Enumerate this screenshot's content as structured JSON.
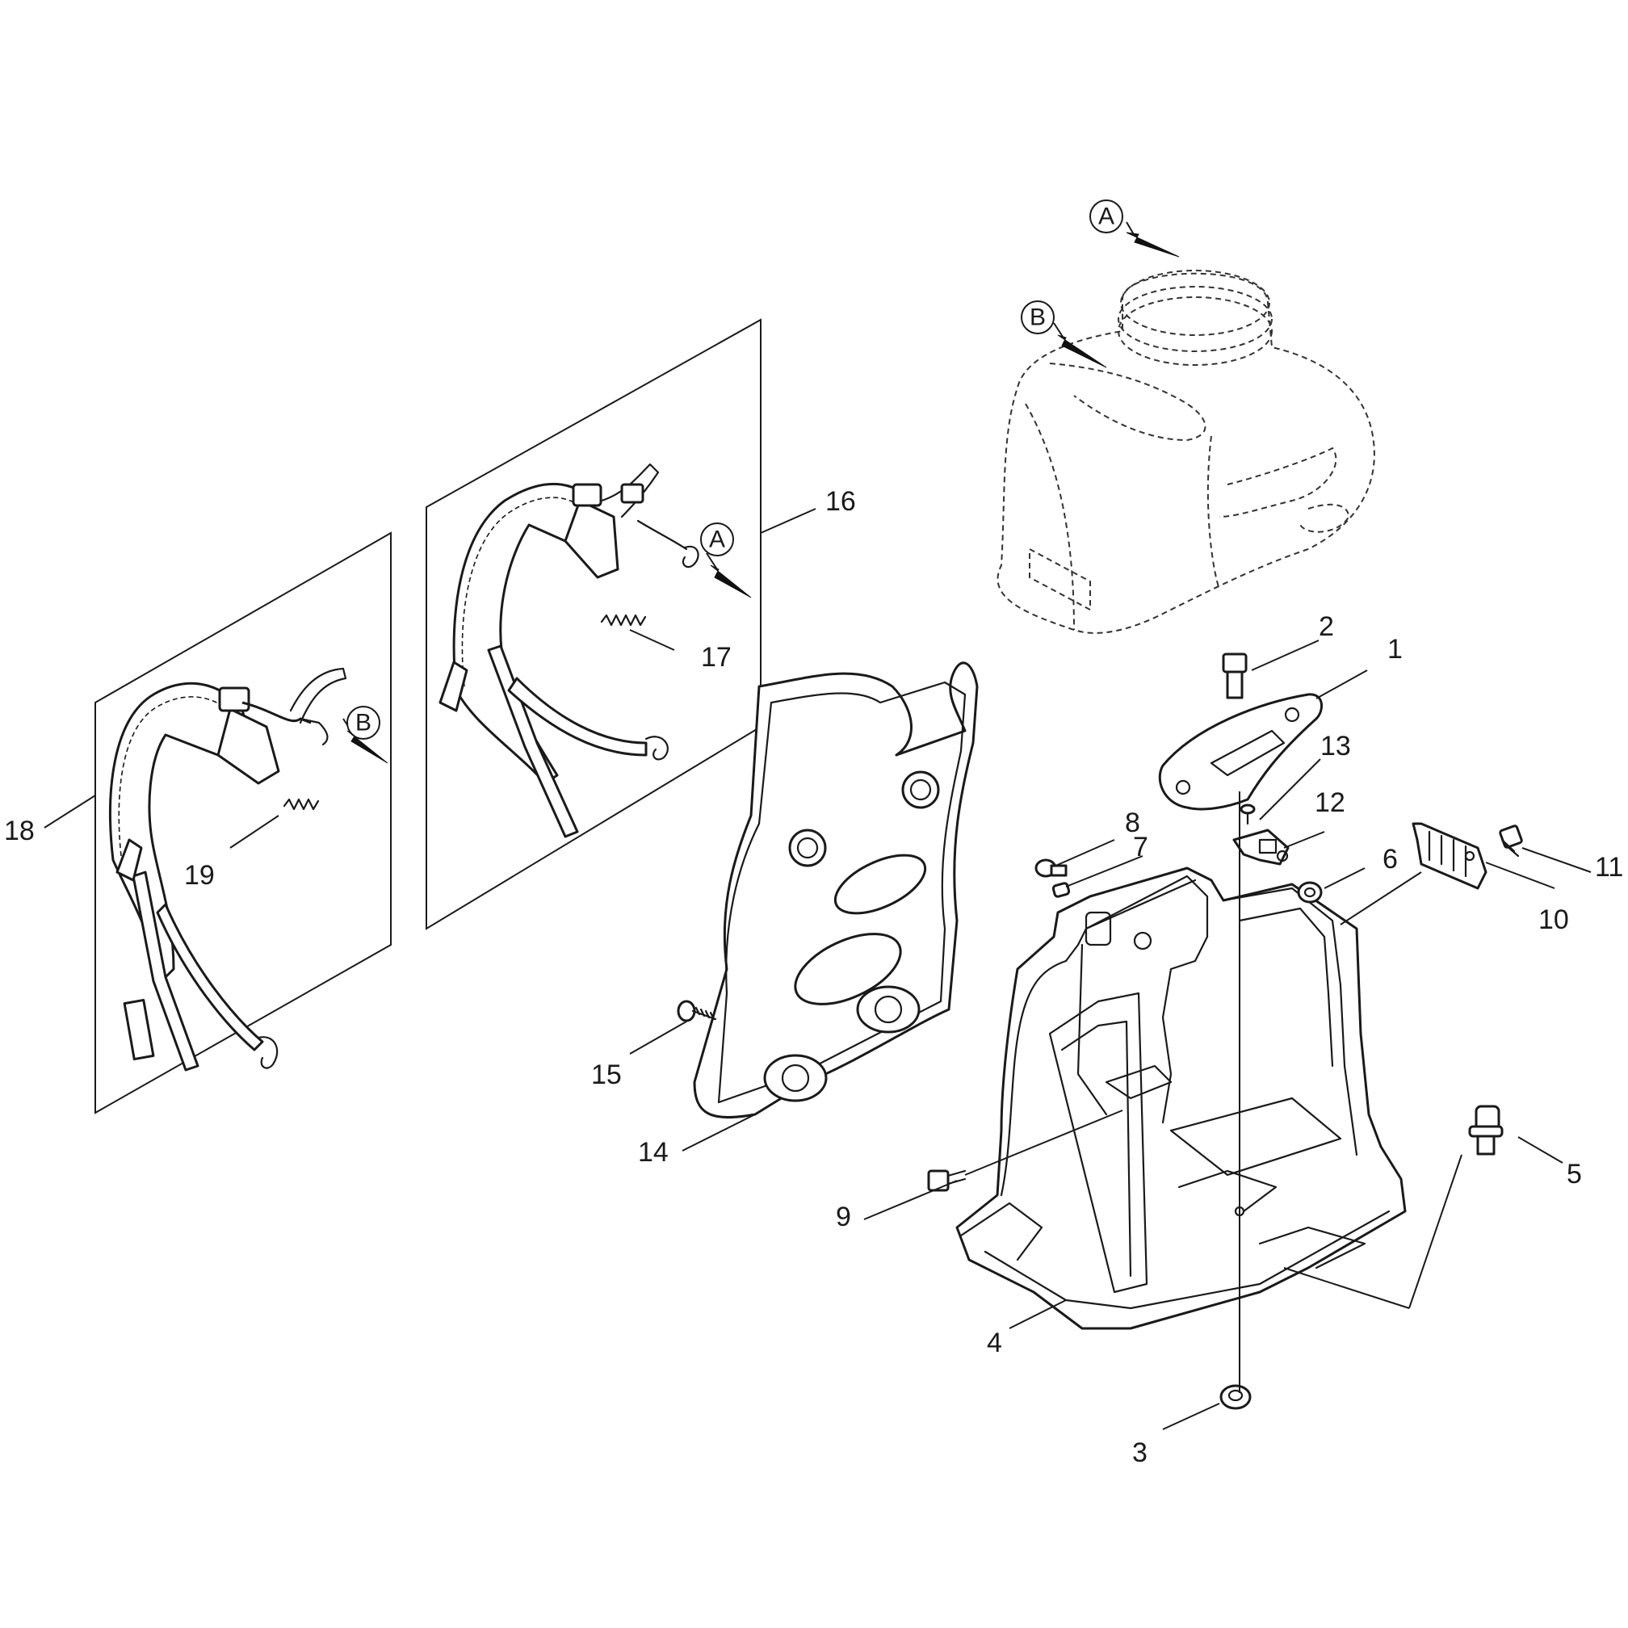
{
  "callouts": {
    "p1": "1",
    "p2": "2",
    "p3": "3",
    "p4": "4",
    "p5": "5",
    "p6": "6",
    "p7": "7",
    "p8": "8",
    "p9": "9",
    "p10": "10",
    "p11": "11",
    "p12": "12",
    "p13": "13",
    "p14": "14",
    "p15": "15",
    "p16": "16",
    "p17": "17",
    "p18": "18",
    "p19": "19"
  },
  "refs": {
    "tank_top": "A",
    "tank_side": "B",
    "strap16": "A",
    "strap18": "B"
  }
}
